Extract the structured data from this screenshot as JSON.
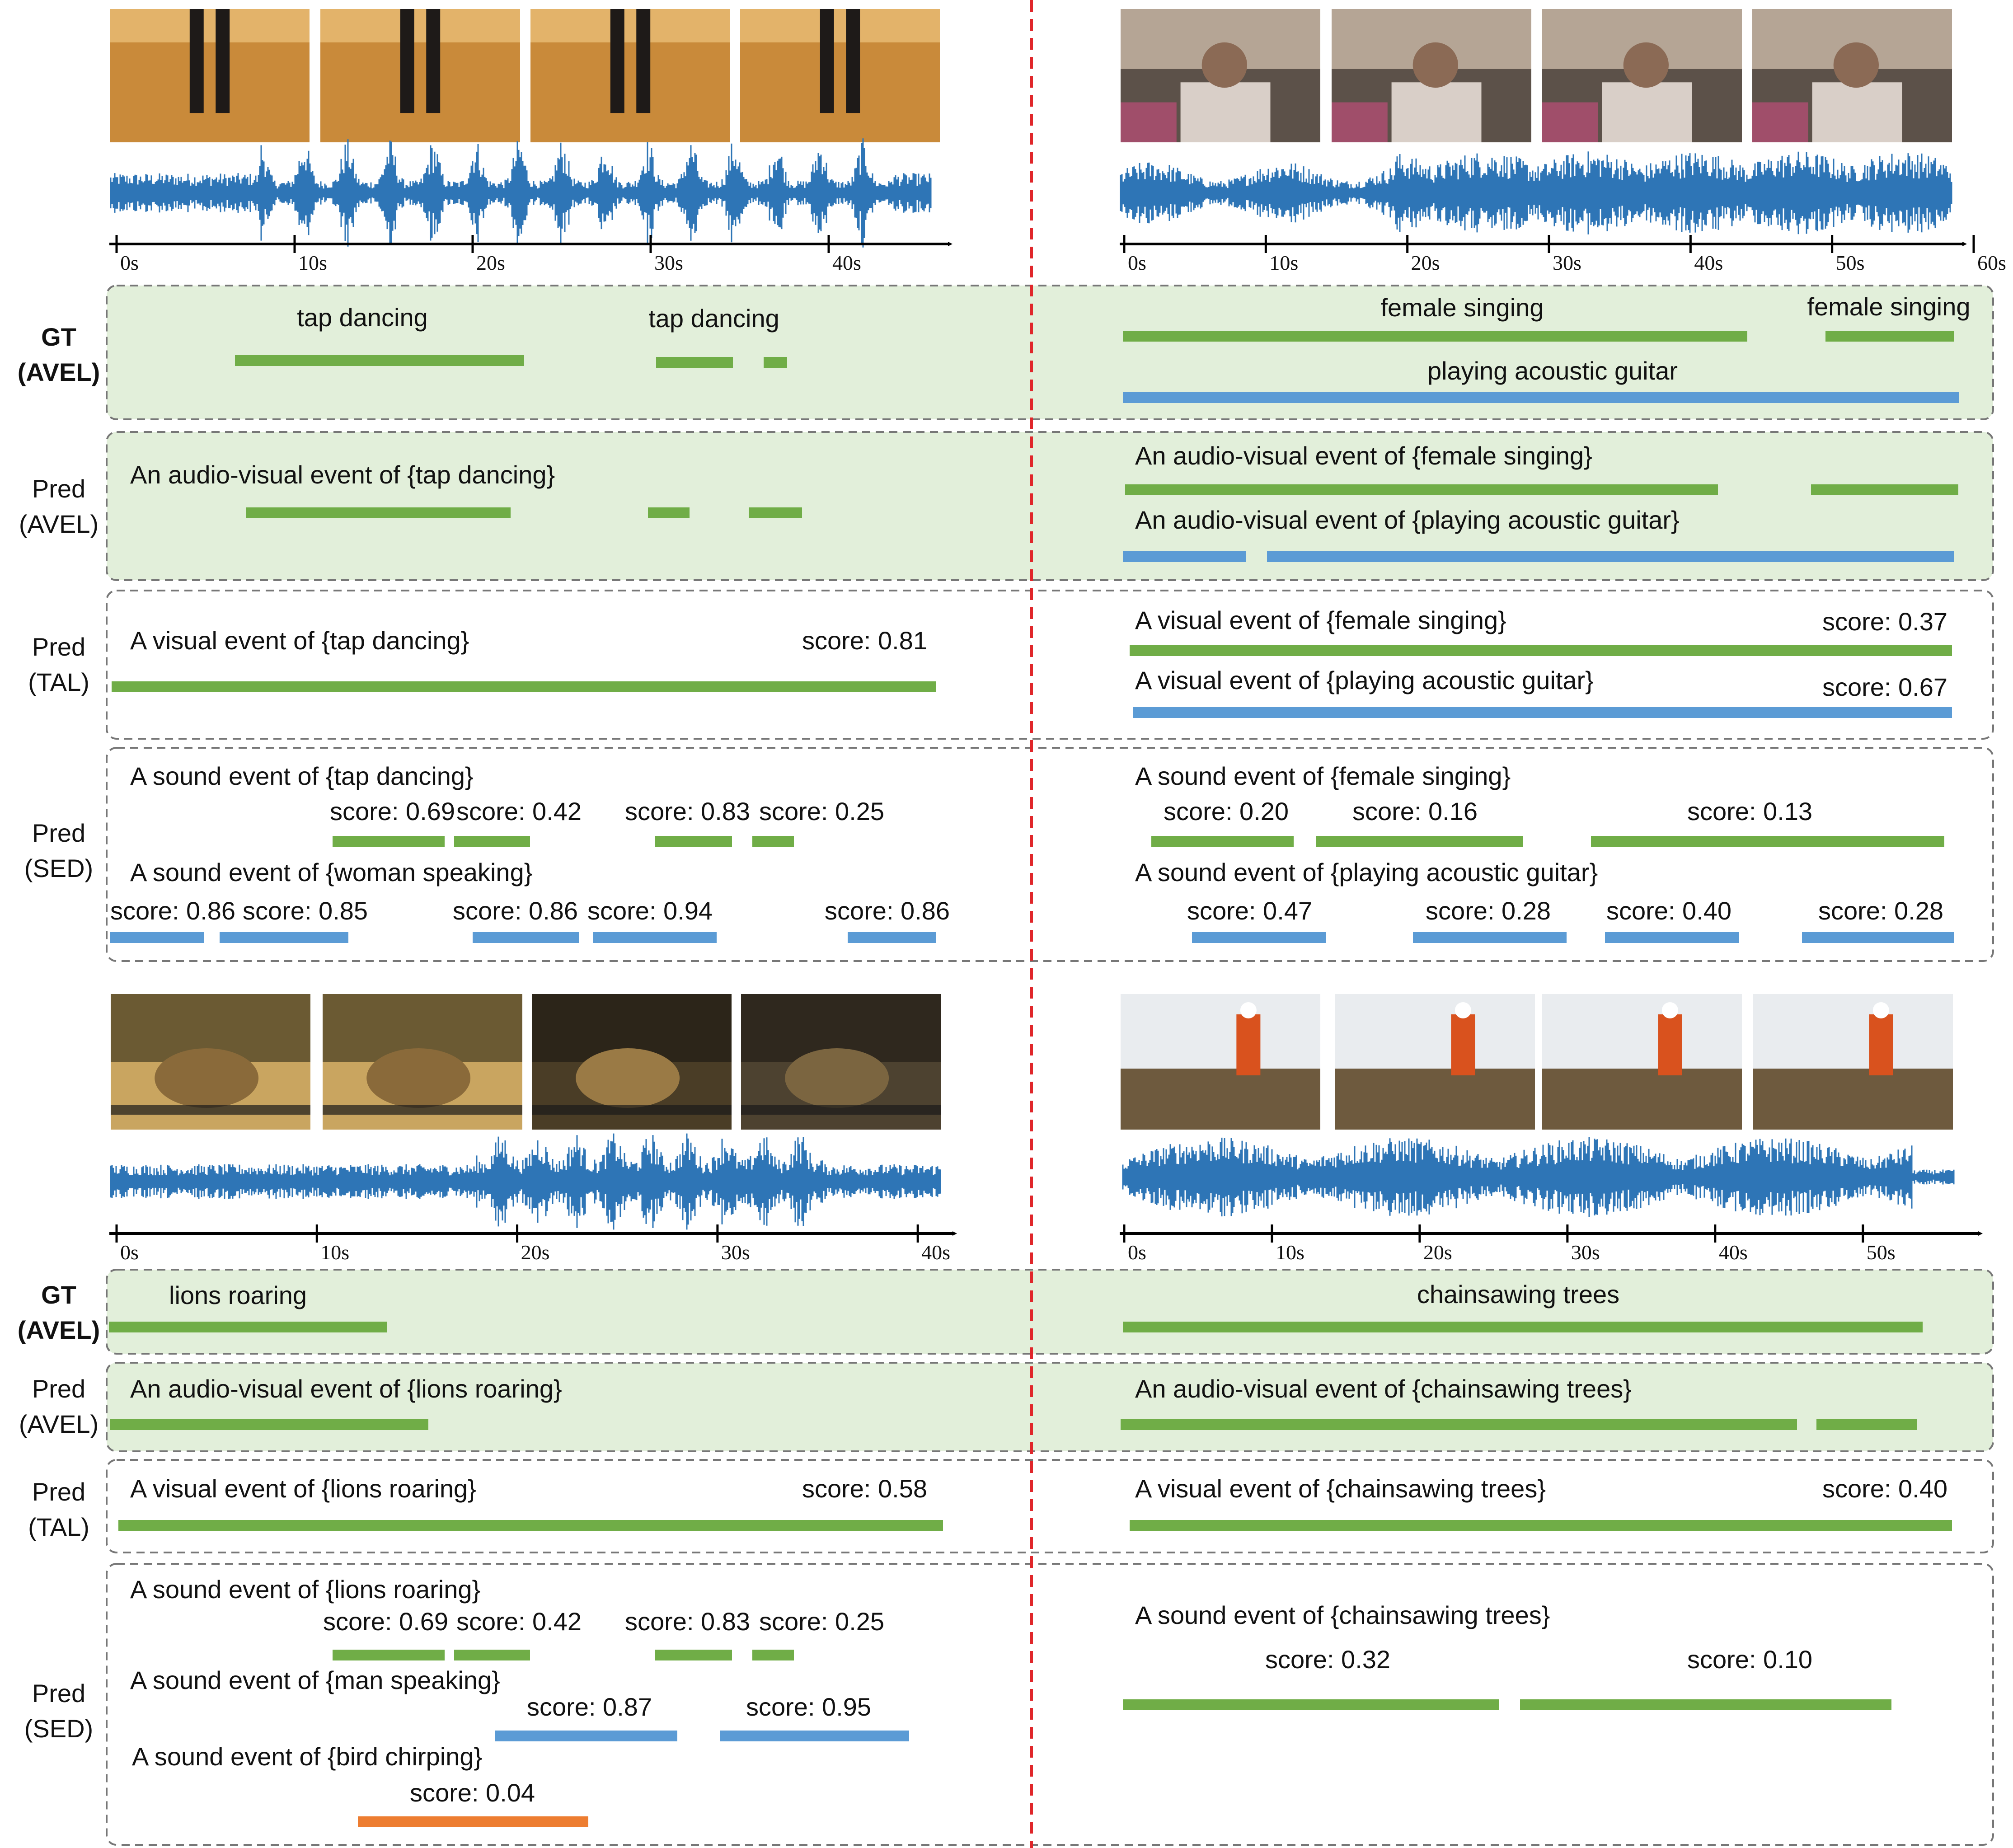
{
  "colors": {
    "green": "#70AD47",
    "blue": "#5B9BD5",
    "orange": "#ED7D31",
    "panel_fill": "#E2EFDA",
    "waveform": "#2E75B6",
    "divider": "#E0262A"
  },
  "examples": [
    {
      "id": "tap-dancing",
      "frames": [
        "legs-floor",
        "legs-floor",
        "legs-floor",
        "legs-floor"
      ],
      "ticks": [
        "0s",
        "10s",
        "20s",
        "30s",
        "40s"
      ],
      "gt": [
        {
          "label": "tap dancing",
          "color": "green"
        },
        {
          "label": "tap dancing",
          "color": "green"
        }
      ],
      "avel": [
        {
          "label": "An audio-visual event of {tap dancing}",
          "color": "green"
        }
      ],
      "tal": [
        {
          "label": "A visual event of {tap dancing}",
          "score": "score: 0.81",
          "color": "green"
        }
      ],
      "sed": [
        {
          "label": "A sound event of {tap dancing}",
          "color": "green",
          "scores": [
            "score: 0.69",
            "score: 0.42",
            "score: 0.83",
            "score: 0.25"
          ]
        },
        {
          "label": "A sound event of {woman speaking}",
          "color": "blue",
          "scores": [
            "score: 0.86",
            "score: 0.85",
            "score: 0.86",
            "score: 0.94",
            "score: 0.86"
          ]
        }
      ]
    },
    {
      "id": "female-singing",
      "frames": [
        "girl-guitar",
        "girl-guitar",
        "girl-guitar",
        "girl-guitar"
      ],
      "ticks": [
        "0s",
        "10s",
        "20s",
        "30s",
        "40s",
        "50s",
        "60s"
      ],
      "gt": [
        {
          "label": "female singing",
          "color": "green"
        },
        {
          "label": "female singing",
          "color": "green"
        },
        {
          "label": "playing acoustic guitar",
          "color": "blue"
        }
      ],
      "avel": [
        {
          "label": "An audio-visual event of {female singing}",
          "color": "green"
        },
        {
          "label": "An audio-visual event of {playing acoustic guitar}",
          "color": "blue"
        }
      ],
      "tal": [
        {
          "label": "A visual event of {female singing}",
          "score": "score: 0.37",
          "color": "green"
        },
        {
          "label": "A visual event of {playing acoustic guitar}",
          "score": "score: 0.67",
          "color": "blue"
        }
      ],
      "sed": [
        {
          "label": "A sound event of {female singing}",
          "color": "green",
          "scores": [
            "score: 0.20",
            "score: 0.16",
            "score: 0.13"
          ]
        },
        {
          "label": "A sound event of {playing acoustic guitar}",
          "color": "blue",
          "scores": [
            "score: 0.47",
            "score: 0.28",
            "score: 0.40",
            "score: 0.28"
          ]
        }
      ]
    },
    {
      "id": "lions-roaring",
      "frames": [
        "lion-savanna",
        "lion-savanna",
        "lion-closeup",
        "lion-dark"
      ],
      "ticks": [
        "0s",
        "10s",
        "20s",
        "30s",
        "40s"
      ],
      "gt": [
        {
          "label": "lions roaring",
          "color": "green"
        }
      ],
      "avel": [
        {
          "label": "An audio-visual event of {lions roaring}",
          "color": "green"
        }
      ],
      "tal": [
        {
          "label": "A visual event of {lions roaring}",
          "score": "score: 0.58",
          "color": "green"
        }
      ],
      "sed": [
        {
          "label": "A sound event of {lions roaring}",
          "color": "green",
          "scores": [
            "score: 0.69",
            "score: 0.42",
            "score: 0.83",
            "score: 0.25"
          ]
        },
        {
          "label": "A sound event of {man speaking}",
          "color": "blue",
          "scores": [
            "score: 0.87",
            "score: 0.95"
          ]
        },
        {
          "label": "A sound event of {bird chirping}",
          "color": "orange",
          "scores": [
            "score: 0.04"
          ]
        }
      ]
    },
    {
      "id": "chainsawing-trees",
      "frames": [
        "man-chainsaw-snow",
        "man-chainsaw-snow",
        "man-chainsaw-snow",
        "man-chainsaw-snow"
      ],
      "ticks": [
        "0s",
        "10s",
        "20s",
        "30s",
        "40s",
        "50s"
      ],
      "gt": [
        {
          "label": "chainsawing trees",
          "color": "green"
        }
      ],
      "avel": [
        {
          "label": "An audio-visual event of {chainsawing trees}",
          "color": "green"
        }
      ],
      "tal": [
        {
          "label": "A visual event of {chainsawing trees}",
          "score": "score: 0.40",
          "color": "green"
        }
      ],
      "sed": [
        {
          "label": "A sound event of {chainsawing trees}",
          "color": "green",
          "scores": [
            "score: 0.32",
            "score: 0.10"
          ]
        }
      ]
    }
  ],
  "row_labels": {
    "top": {
      "gt": [
        "GT",
        "(AVEL)"
      ],
      "avel": [
        "Pred",
        "(AVEL)"
      ],
      "tal": [
        "Pred",
        "(TAL)"
      ],
      "sed": [
        "Pred",
        "(SED)"
      ]
    },
    "bottom": {
      "gt": [
        "GT",
        "(AVEL)"
      ],
      "avel": [
        "Pred",
        "(AVEL)"
      ],
      "tal": [
        "Pred",
        "(TAL)"
      ],
      "sed": [
        "Pred",
        "(SED)"
      ]
    }
  }
}
